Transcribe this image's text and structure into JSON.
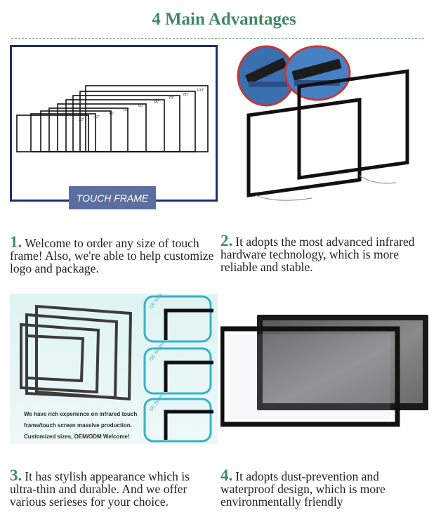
{
  "page": {
    "title": "4 Main Advantages"
  },
  "panels": [
    {
      "number": "1.",
      "text": "Welcome to order any size of touch frame! Also, we're able to help customize logo and package.",
      "image_label": "TOUCH FRAME",
      "sizes": [
        "32\"",
        "42\"",
        "46\"",
        "55\"",
        "60\"",
        "65\"",
        "70\"",
        "80\"",
        "103\""
      ]
    },
    {
      "number": "2.",
      "text": "It adopts the most advanced infrared hardware technology, which is more reliable and stable."
    },
    {
      "number": "3.",
      "text": "It has stylish appearance which is ultra-thin and durable. And we offer various serieses for your choice.",
      "series_labels": [
        "CE Series",
        "DE Series",
        "SE Series"
      ],
      "promo_lines": [
        "We have rich experience on infrared touch",
        "frame/touch screen massive production.",
        "Customized sizes, OEM/ODM Welcome!"
      ]
    },
    {
      "number": "4.",
      "text": "It adopts dust-prevention and waterproof design, which is more environmentally friendly"
    }
  ],
  "colors": {
    "accent": "#3f8a63",
    "frame_navy": "#1e2f6e",
    "series_teal": "#35b3c8"
  }
}
